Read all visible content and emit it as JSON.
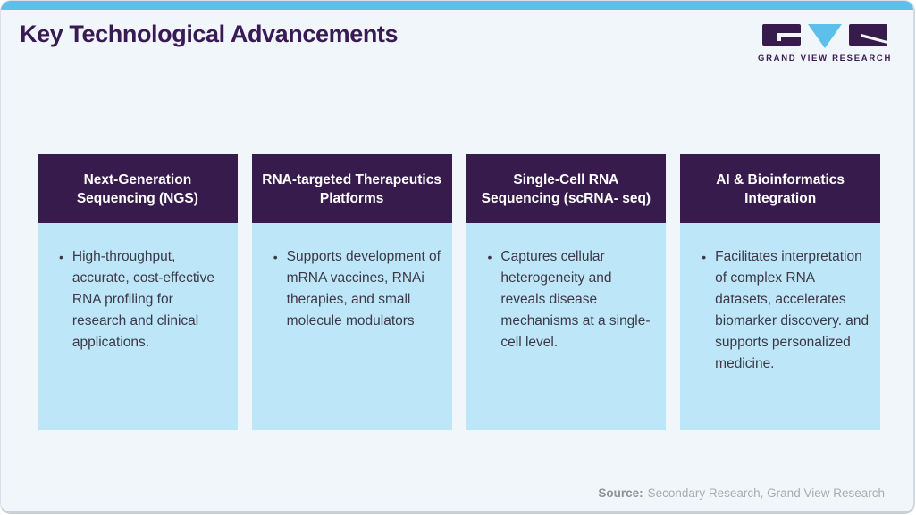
{
  "header": {
    "title": "Key Technological Advancements"
  },
  "logo": {
    "wordmark": "GRAND VIEW RESEARCH"
  },
  "bullet": "•",
  "cards": [
    {
      "header": "Next-Generation Sequencing (NGS)",
      "body": "High-throughput, accurate, cost-effective RNA profiling for research and clinical applications."
    },
    {
      "header": "RNA-targeted Therapeutics Platforms",
      "body": "Supports development of mRNA vaccines, RNAi therapies, and small molecule modulators"
    },
    {
      "header": "Single-Cell RNA Sequencing (scRNA- seq)",
      "body": "Captures cellular heterogeneity and reveals disease mechanisms at a single-cell level."
    },
    {
      "header": "AI & Bioinformatics Integration",
      "body": "Facilitates interpretation of complex RNA datasets, accelerates biomarker discovery. and supports personalized medicine."
    }
  ],
  "footer": {
    "source_label": "Source:",
    "source_text": "Secondary Research, Grand View Research"
  },
  "colors": {
    "topbar_blue": "#5cc0ea",
    "header_purple": "#371b4d",
    "card_body_blue": "#bde7f8",
    "title_purple": "#3a1a54",
    "body_text": "#3c3846",
    "source_gray": "#a8adb3",
    "frame_border": "#d9dfe4",
    "page_background": "#f1f6fa"
  }
}
